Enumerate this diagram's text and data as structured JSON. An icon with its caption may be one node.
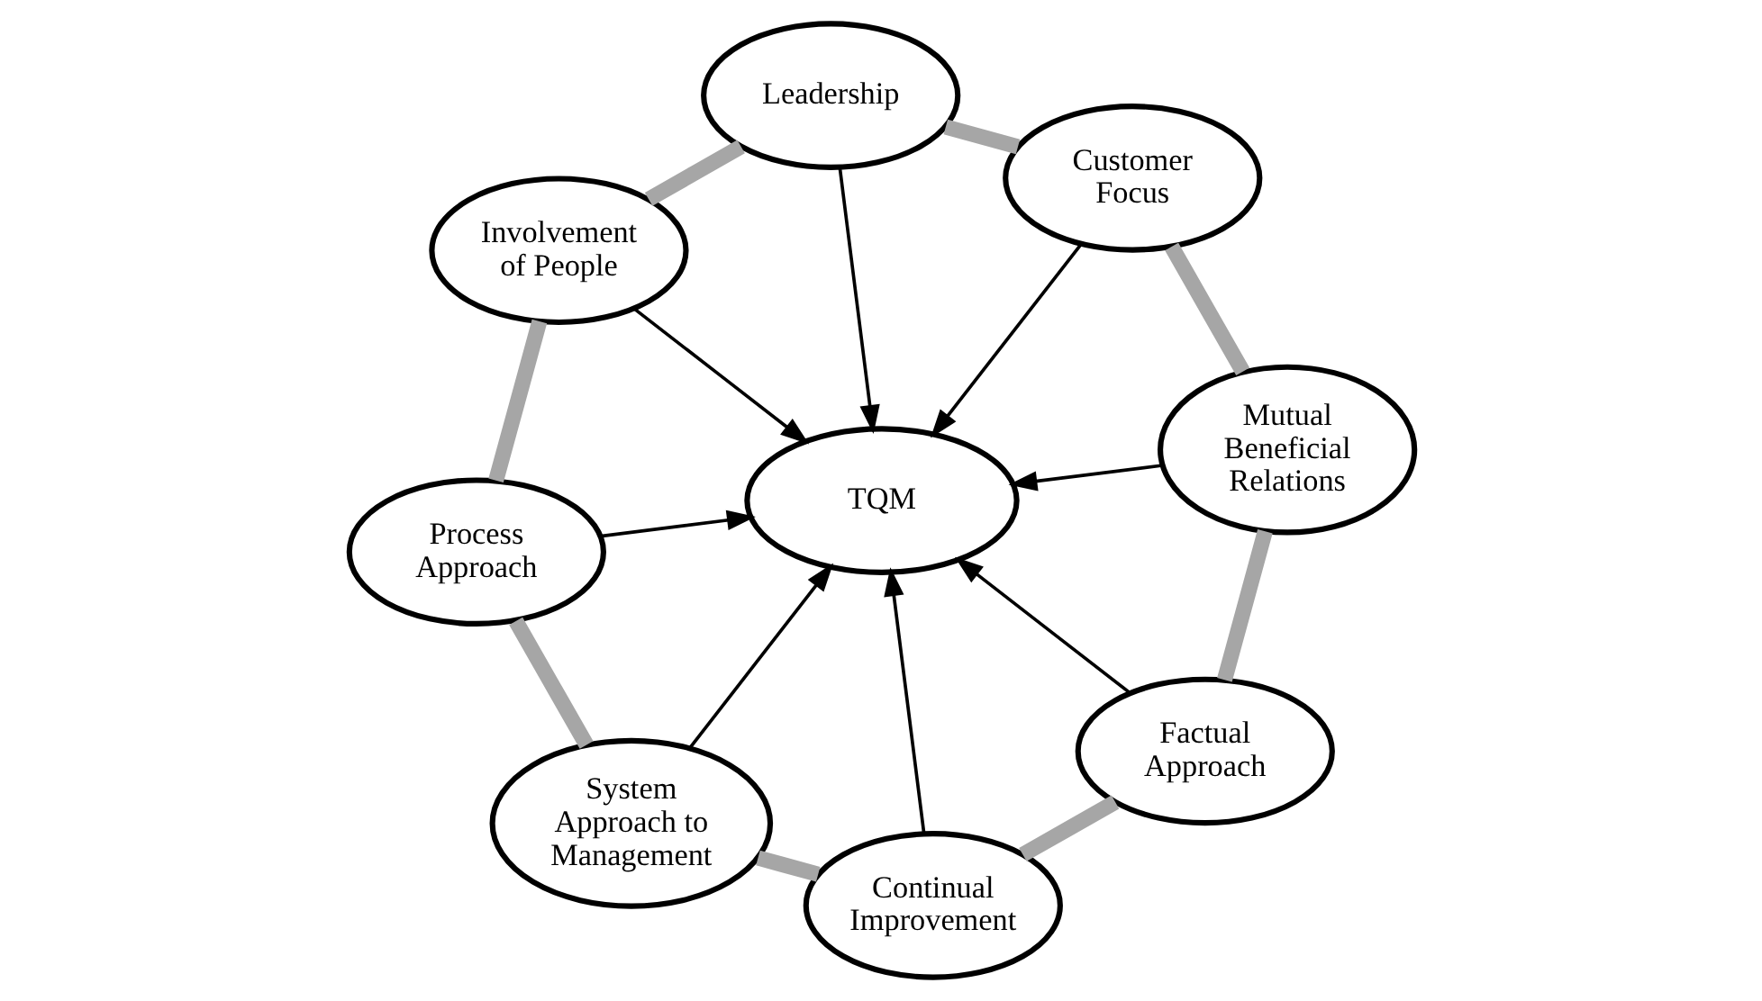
{
  "diagram": {
    "nodes": [
      {
        "text": [
          "Customer Focus"
        ]
      },
      {
        "text": [
          "Leadership"
        ]
      },
      {
        "text": [
          "Mutual Beneficial Relations"
        ]
      },
      {
        "text": [
          "Involvement of People"
        ]
      },
      {
        "text": [
          "TQM"
        ]
      },
      {
        "text": [
          "Factual Approach"
        ]
      },
      {
        "text": [
          "Process Approach"
        ]
      },
      {
        "text": [
          "Continual Improvement"
        ]
      },
      {
        "text": [
          "System Approach to Management"
        ]
      }
    ],
    "edges": [
      {
        "from": 0,
        "to": 4,
        "arrow": "to"
      },
      {
        "from": 2,
        "to": 4,
        "arrow": "to"
      },
      {
        "from": 5,
        "to": 4,
        "arrow": "to"
      },
      {
        "from": 7,
        "to": 4,
        "arrow": "to"
      },
      {
        "from": 8,
        "to": 4,
        "arrow": "to"
      },
      {
        "from": 6,
        "to": 4,
        "arrow": "to"
      },
      {
        "from": 3,
        "to": 4,
        "arrow": "to"
      },
      {
        "from": 1,
        "to": 4,
        "arrow": "to"
      },
      {
        "from": 0,
        "to": 2,
        "arrow": "none",
        "style": "thick",
        "color": "#a6a6a6"
      },
      {
        "from": 2,
        "to": 5,
        "arrow": "none",
        "style": "thick",
        "color": "#a6a6a6"
      },
      {
        "from": 5,
        "to": 7,
        "arrow": "none",
        "style": "thick",
        "color": "#a6a6a6"
      },
      {
        "from": 7,
        "to": 8,
        "arrow": "none",
        "style": "thick",
        "color": "#a6a6a6"
      },
      {
        "from": 8,
        "to": 6,
        "arrow": "none",
        "style": "thick",
        "color": "#a6a6a6"
      },
      {
        "from": 6,
        "to": 3,
        "arrow": "none",
        "style": "thick",
        "color": "#a6a6a6"
      },
      {
        "from": 3,
        "to": 1,
        "arrow": "none",
        "style": "thick",
        "color": "#a6a6a6"
      },
      {
        "from": 1,
        "to": 0,
        "arrow": "none",
        "style": "thick",
        "color": "#a6a6a6"
      }
    ]
  }
}
